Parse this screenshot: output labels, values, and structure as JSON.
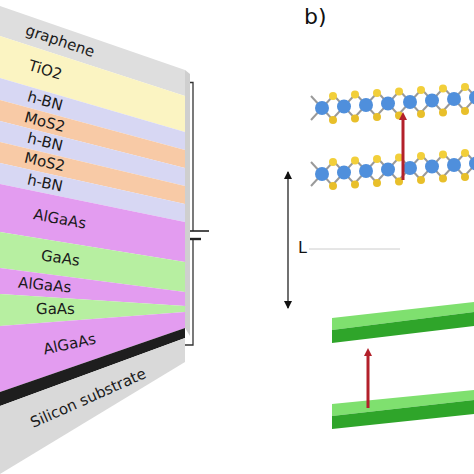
{
  "diagram": {
    "nodes": [
      {
        "text": [
          "graphene"
        ]
      },
      {
        "text": [
          "TiO2"
        ]
      },
      {
        "text": [
          "h-BN"
        ]
      },
      {
        "text": [
          "MoS2"
        ]
      },
      {
        "text": [
          "h-BN"
        ]
      },
      {
        "text": [
          "MoS2"
        ]
      },
      {
        "text": [
          "h-BN"
        ]
      },
      {
        "text": [
          "AlGaAs"
        ]
      },
      {
        "text": [
          "GaAs"
        ]
      },
      {
        "text": [
          "AlGaAs"
        ]
      },
      {
        "text": [
          "GaAs"
        ]
      },
      {
        "text": [
          "AlGaAs"
        ]
      },
      {
        "text": [
          "Silicon substrate"
        ]
      }
    ],
    "edges": [
      {
        "from": 0,
        "to": 12,
        "arrow": "none"
      }
    ],
    "labels": [
      "b)",
      "L"
    ]
  }
}
